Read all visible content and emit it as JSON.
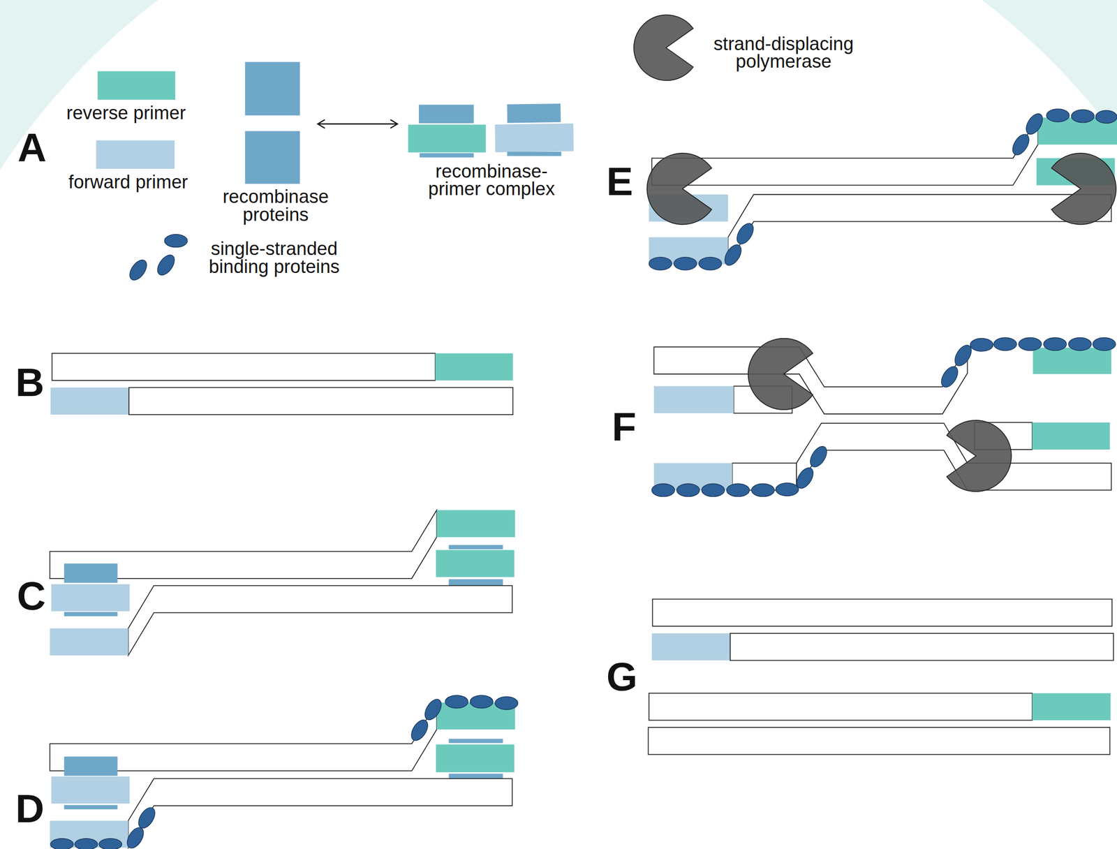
{
  "diagram": {
    "labels": [
      "A",
      "B",
      "C",
      "D",
      "E",
      "F",
      "G"
    ],
    "legend": [
      {
        "text": "reverse primer",
        "color": "#6ccabd"
      },
      {
        "text": "forward primer",
        "color": "#b1d0e3"
      },
      {
        "text": "recombinase proteins",
        "color": "#6fa7c9"
      },
      {
        "text": "recombinase-primer complex"
      },
      {
        "text": "single-stranded binding proteins"
      },
      {
        "text": "strand-displacing polymerase"
      }
    ]
  }
}
